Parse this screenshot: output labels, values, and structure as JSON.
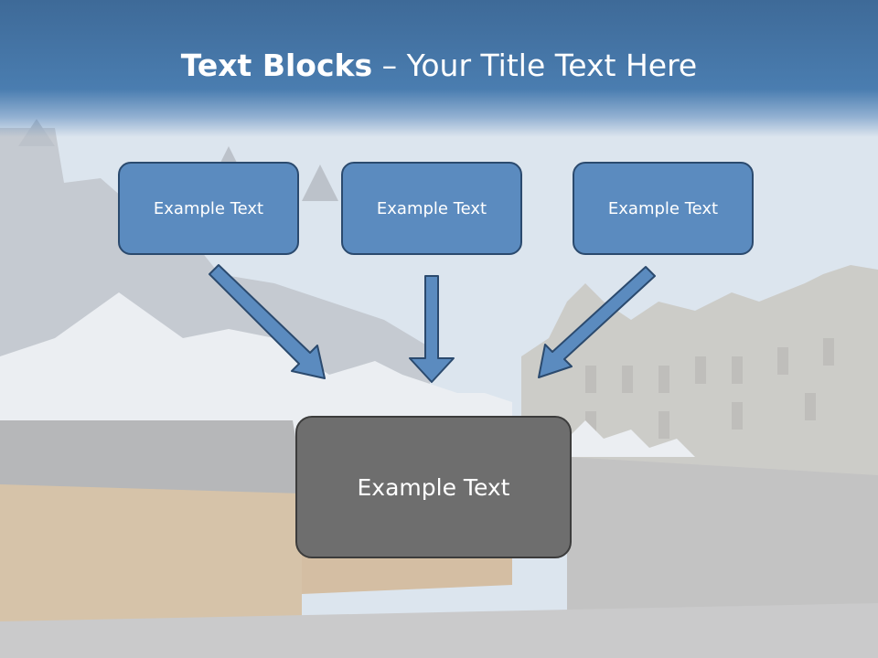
{
  "slide": {
    "title_bold": "Text Blocks",
    "title_rest": " – Your Title Text Here",
    "top_boxes": [
      {
        "label": "Example Text"
      },
      {
        "label": "Example Text"
      },
      {
        "label": "Example Text"
      }
    ],
    "bottom_box": {
      "label": "Example Text"
    }
  },
  "colors": {
    "header": "#4a7db0",
    "top_box_fill": "#5b8bbf",
    "top_box_border": "#2b4a6e",
    "bottom_box_fill": "#6e6e6e",
    "arrow_fill": "#5b8bbf",
    "arrow_stroke": "#2b4a6e"
  },
  "icons": {
    "arrows": [
      "down-right-arrow-icon",
      "down-arrow-icon",
      "down-left-arrow-icon"
    ]
  }
}
